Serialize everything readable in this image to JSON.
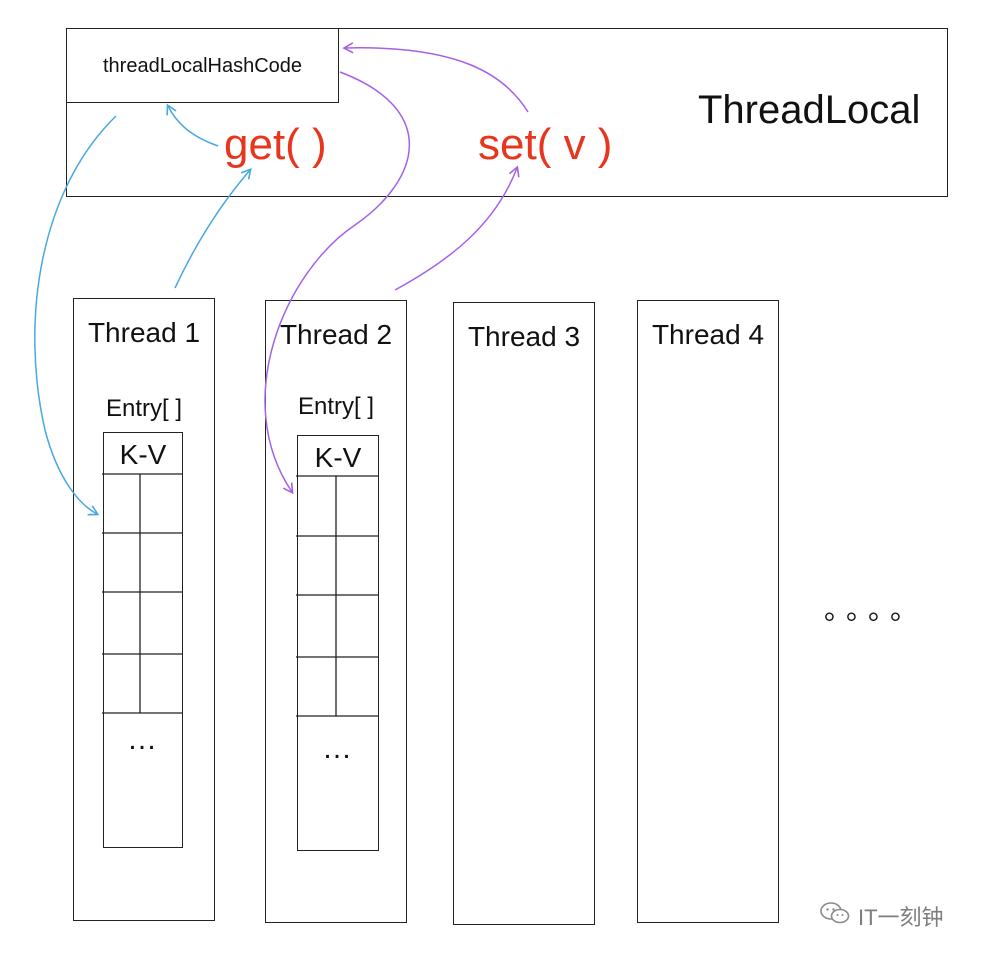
{
  "threadlocal": {
    "title": "ThreadLocal",
    "hashcode_field": "threadLocalHashCode",
    "get_method": "get( )",
    "set_method": "set( v )"
  },
  "threads": [
    {
      "label": "Thread 1",
      "entry_label": "Entry[ ]",
      "kv_label": "K-V",
      "ellipsis": "…"
    },
    {
      "label": "Thread 2",
      "entry_label": "Entry[ ]",
      "kv_label": "K-V",
      "ellipsis": "…"
    },
    {
      "label": "Thread 3"
    },
    {
      "label": "Thread 4"
    }
  ],
  "more_threads": "。。。。",
  "watermark": {
    "text": "IT一刻钟",
    "icon": "wechat-icon"
  },
  "colors": {
    "method_text": "#e8361e",
    "get_arrows": "#4aa8e0",
    "set_arrows": "#a560e8",
    "border": "#222222"
  }
}
